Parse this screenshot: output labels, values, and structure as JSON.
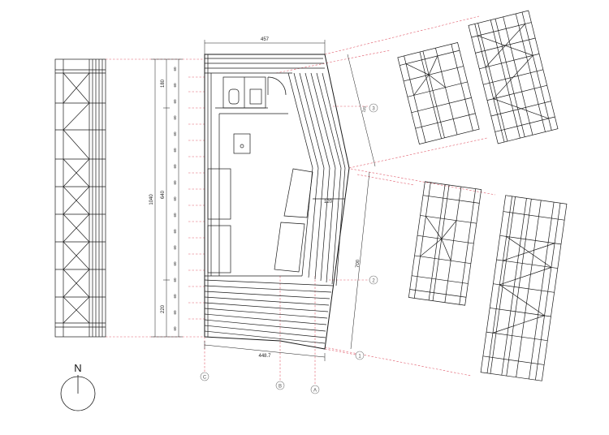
{
  "colors": {
    "line": "#1a1a1a",
    "guide": "#e05a6a",
    "grid_bubble": "#777777"
  },
  "north": {
    "label": "N"
  },
  "dimensions": {
    "top_width": "457",
    "bottom_width": "448.7",
    "overall_height": "1040",
    "seg_top": "180",
    "seg_mid": "640",
    "seg_bottom": "220",
    "spacing": "60",
    "bench_depth": "120",
    "right_length": "700",
    "right_short": "120"
  },
  "grid_labels": {
    "A": "A",
    "B": "B",
    "C": "C",
    "r1": "1",
    "r2": "2",
    "r3": "3"
  }
}
